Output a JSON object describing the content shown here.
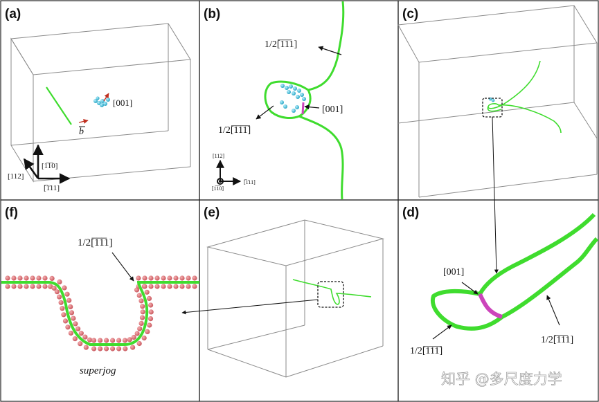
{
  "figure": {
    "panels": {
      "a": {
        "label": "(a)",
        "burgers_label": "[001]",
        "b_vector": "b",
        "axes": {
          "up": "[1̅1̅0]",
          "diag": "[112]",
          "right": "[̅1͐11]"
        }
      },
      "b": {
        "label": "(b)",
        "top_label": "1/2[̅1̅1̅1]",
        "loop_label": "1/2[̅1̅1̅1̅]",
        "junction_label": "[001]",
        "axes": {
          "up": "[112]",
          "origin": "[1̅1̅0]",
          "right": "[̅1͐11]"
        }
      },
      "c": {
        "label": "(c)"
      },
      "d": {
        "label": "(d)",
        "junction_label": "[001]",
        "left_label": "1/2[̅1̅1̅1̅]",
        "right_label": "1/2[̅1̅1̅1]"
      },
      "e": {
        "label": "(e)"
      },
      "f": {
        "label": "(f)",
        "top_label": "1/2[̅1̅1̅1]",
        "caption": "superjog"
      }
    },
    "colors": {
      "dislocation": "#3fdc2e",
      "junction": "#cc44bb",
      "atoms_cyan": "#55c8e0",
      "atoms_red": "#e27c80",
      "box": "#8a8a8a"
    },
    "watermark": "知乎 @多尺度力学"
  }
}
